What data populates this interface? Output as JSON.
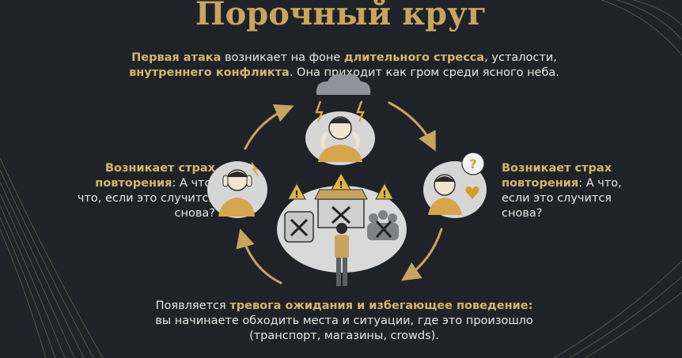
{
  "title": "Порочный круг",
  "top": {
    "hl1": "Первая атака",
    "t1": " возникает на фоне ",
    "hl2": "длительного стресса",
    "t2": ", усталости,",
    "hl3": "внутреннего конфликта",
    "t3": ". Она приходит как гром среди ясного неба."
  },
  "left": {
    "hl": "Возникает страх повторения",
    "t": ": А что, что, если это случится снова?"
  },
  "right": {
    "hl": "Возникает страх повторения",
    "t": ": А что, если это случится снова?"
  },
  "bottom": {
    "t1": "Появляется ",
    "hl": "тревога ожидания и избегающее поведение:",
    "t2": "вы начинаете обходить места и ситуации, где это произошло (транспорт, магазины, crowds)."
  },
  "icons": {
    "top": "stressed-person-storm-icon",
    "right": "worried-person-question-icon",
    "left": "anxious-person-covering-ears-icon",
    "center": "avoidance-scene-icon"
  },
  "colors": {
    "background": "#1f2329",
    "gold": "#c9a45e",
    "text": "#e8e6e1"
  }
}
